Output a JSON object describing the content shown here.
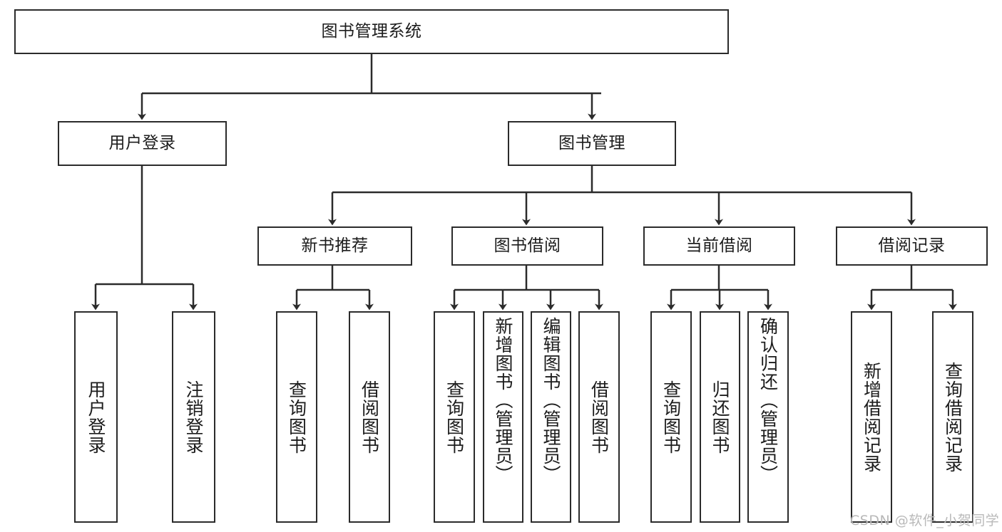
{
  "diagram": {
    "title": "图书管理系统",
    "type": "hierarchy-tree",
    "root": {
      "id": "root",
      "label": "图书管理系统"
    },
    "level2": [
      {
        "id": "user-login",
        "label": "用户登录"
      },
      {
        "id": "book-manage",
        "label": "图书管理"
      }
    ],
    "level3": [
      {
        "id": "new-book-rec",
        "label": "新书推荐",
        "parent": "book-manage"
      },
      {
        "id": "book-borrow",
        "label": "图书借阅",
        "parent": "book-manage"
      },
      {
        "id": "current-borrow",
        "label": "当前借阅",
        "parent": "book-manage"
      },
      {
        "id": "borrow-record",
        "label": "借阅记录",
        "parent": "book-manage"
      }
    ],
    "leaves": [
      {
        "id": "leaf-user-login",
        "label": "用户登录",
        "parent": "user-login",
        "align": "middle"
      },
      {
        "id": "leaf-logout",
        "label": "注销登录",
        "parent": "user-login",
        "align": "middle"
      },
      {
        "id": "leaf-query-book-1",
        "label": "查询图书",
        "parent": "new-book-rec",
        "align": "middle"
      },
      {
        "id": "leaf-borrow-book-1",
        "label": "借阅图书",
        "parent": "new-book-rec",
        "align": "middle"
      },
      {
        "id": "leaf-query-book-2",
        "label": "查询图书",
        "parent": "book-borrow",
        "align": "middle"
      },
      {
        "id": "leaf-add-book",
        "label": "新增图书（管理员）",
        "parent": "book-borrow",
        "align": "top"
      },
      {
        "id": "leaf-edit-book",
        "label": "编辑图书（管理员）",
        "parent": "book-borrow",
        "align": "top"
      },
      {
        "id": "leaf-borrow-book-2",
        "label": "借阅图书",
        "parent": "book-borrow",
        "align": "middle"
      },
      {
        "id": "leaf-query-book-3",
        "label": "查询图书",
        "parent": "current-borrow",
        "align": "middle"
      },
      {
        "id": "leaf-return-book",
        "label": "归还图书",
        "parent": "current-borrow",
        "align": "middle"
      },
      {
        "id": "leaf-confirm-return",
        "label": "确认归还（管理员）",
        "parent": "current-borrow",
        "align": "top"
      },
      {
        "id": "leaf-add-record",
        "label": "新增借阅记录",
        "parent": "borrow-record",
        "align": "middle"
      },
      {
        "id": "leaf-query-record",
        "label": "查询借阅记录",
        "parent": "borrow-record",
        "align": "middle"
      }
    ],
    "colors": {
      "box_border": "#2b2b2b",
      "box_fill": "#ffffff",
      "edge": "#2b2b2b",
      "text": "#1c1c1c",
      "watermark": "#b9b9b9",
      "background": "#ffffff"
    }
  },
  "watermark": {
    "text": "CSDN @软件_小贺同学"
  }
}
